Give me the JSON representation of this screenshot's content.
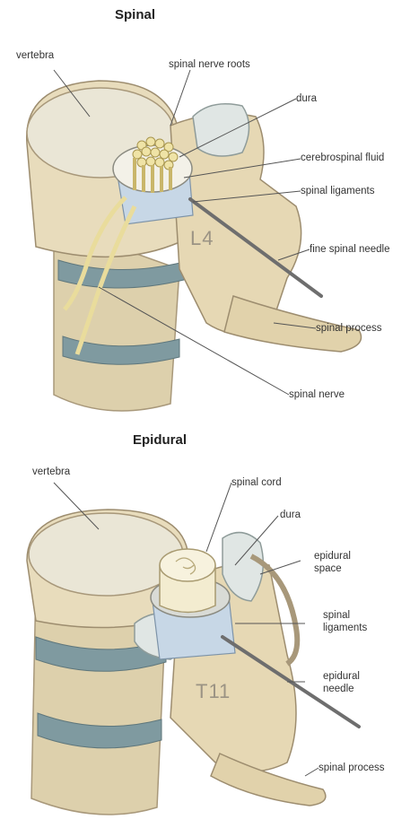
{
  "spinal": {
    "title": "Spinal",
    "level": "L4",
    "labels": {
      "vertebra": "vertebra",
      "nerve_roots": "spinal nerve roots",
      "dura": "dura",
      "csf": "cerebrospinal fluid",
      "ligaments": "spinal ligaments",
      "needle": "fine spinal needle",
      "process": "spinal process",
      "nerve": "spinal nerve"
    }
  },
  "epidural": {
    "title": "Epidural",
    "level": "T11",
    "labels": {
      "vertebra": "vertebra",
      "cord": "spinal cord",
      "dura": "dura",
      "space_1": "epidural",
      "space_2": "space",
      "ligaments_1": "spinal",
      "ligaments_2": "ligaments",
      "needle_1": "epidural",
      "needle_2": "needle",
      "process": "spinal process"
    }
  },
  "colors": {
    "bone": "#e8dcbc",
    "bone_shadow": "#c9b98f",
    "disc": "#7f9aa0",
    "nerve": "#efe3a6",
    "ligament": "#c7d7e6",
    "needle": "#777777"
  }
}
